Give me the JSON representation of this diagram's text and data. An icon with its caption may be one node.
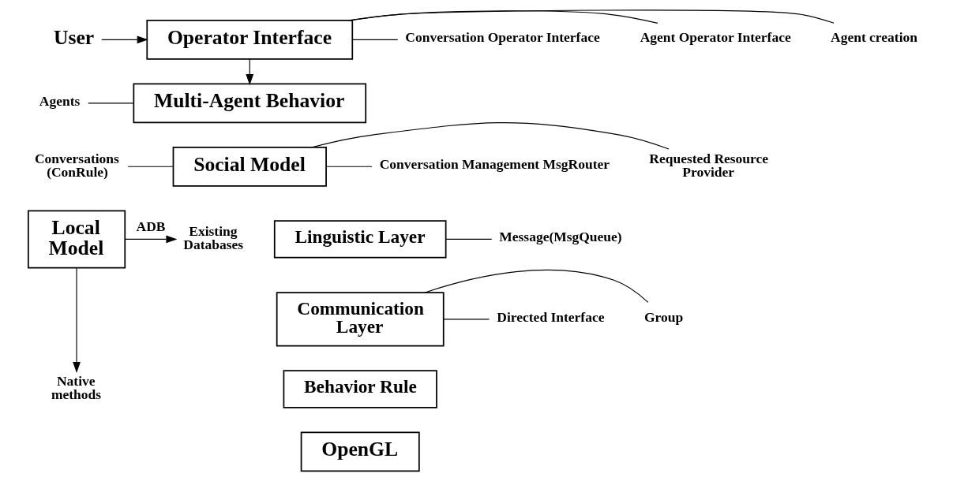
{
  "diagram": {
    "nodes": [
      {
        "text": [
          "User"
        ]
      },
      {
        "text": [
          "Operator Interface"
        ]
      },
      {
        "text": [
          "Agent creation"
        ]
      },
      {
        "text": [
          "Agent Operator Interface"
        ]
      },
      {
        "text": [
          "Conversation Operator Interface"
        ]
      },
      {
        "text": [
          "Multi-Agent Behavior"
        ]
      },
      {
        "text": [
          "Social Model"
        ]
      },
      {
        "text": [
          "Local Model"
        ]
      },
      {
        "text": [
          "Linguistic Layer"
        ]
      },
      {
        "text": [
          "Communication Layer"
        ]
      },
      {
        "text": [
          "Behavior Rule"
        ]
      },
      {
        "text": [
          "OpenGL"
        ]
      },
      {
        "text": [
          "Agents"
        ]
      },
      {
        "text": [
          "Conversations (ConRule)"
        ]
      },
      {
        "text": [
          "Existing Databases"
        ]
      },
      {
        "text": [
          "Native methods"
        ]
      },
      {
        "text": [
          "Requested Resource Provider"
        ]
      },
      {
        "text": [
          "Conversation Management MsgRouter"
        ]
      },
      {
        "text": [
          "Message(MsgQueue)"
        ]
      },
      {
        "text": [
          "Group"
        ]
      },
      {
        "text": [
          "Directed Interface"
        ]
      }
    ],
    "edges": [
      {
        "from": 0,
        "to": 1,
        "arrow": "to"
      },
      {
        "from": 1,
        "to": 2,
        "arrow": "none"
      },
      {
        "from": 1,
        "to": 3,
        "arrow": "none"
      },
      {
        "from": 1,
        "to": 4,
        "arrow": "none"
      },
      {
        "from": 1,
        "to": 5,
        "arrow": "to"
      },
      {
        "from": 12,
        "to": 5,
        "arrow": "none"
      },
      {
        "from": 13,
        "to": 6,
        "arrow": "none"
      },
      {
        "from": 6,
        "to": 16,
        "arrow": "none"
      },
      {
        "from": 6,
        "to": 17,
        "arrow": "none"
      },
      {
        "from": 8,
        "to": 18,
        "arrow": "none"
      },
      {
        "from": 9,
        "to": 19,
        "arrow": "none"
      },
      {
        "from": 9,
        "to": 20,
        "arrow": "none"
      },
      {
        "from": 7,
        "to": 14,
        "label": "ADB",
        "arrow": "to"
      },
      {
        "from": 7,
        "to": 15,
        "arrow": "to"
      }
    ]
  }
}
